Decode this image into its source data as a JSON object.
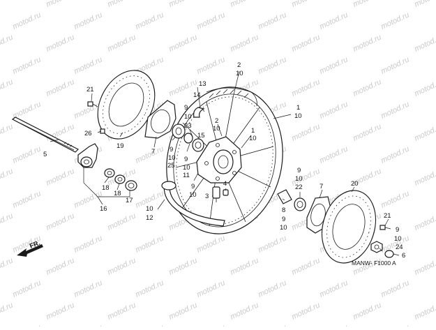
{
  "watermark": {
    "text": "motod.ru"
  },
  "diagram_code": "MANW- F1000 A",
  "direction": {
    "label": "FR."
  },
  "callouts": [
    [
      "c01",
      "21"
    ],
    [
      "c02",
      "26"
    ],
    [
      "c03",
      "19"
    ],
    [
      "c04",
      "7"
    ],
    [
      "c05",
      "5"
    ],
    [
      "c06",
      "18"
    ],
    [
      "c07",
      "18"
    ],
    [
      "c08",
      "17"
    ],
    [
      "c09",
      "16"
    ],
    [
      "c10",
      "13"
    ],
    [
      "c11",
      "14"
    ],
    [
      "c12",
      "9"
    ],
    [
      "c13",
      "10"
    ],
    [
      "c14",
      "23"
    ],
    [
      "c15",
      "15"
    ],
    [
      "c16",
      "2"
    ],
    [
      "c17",
      "10"
    ],
    [
      "c18",
      "2"
    ],
    [
      "c19",
      "10"
    ],
    [
      "c20",
      "1"
    ],
    [
      "c21",
      "10"
    ],
    [
      "c22",
      "1"
    ],
    [
      "c23",
      "10"
    ],
    [
      "c24",
      "9"
    ],
    [
      "c25",
      "10"
    ],
    [
      "c26",
      "25"
    ],
    [
      "c27",
      "9"
    ],
    [
      "c28",
      "10"
    ],
    [
      "c29",
      "11"
    ],
    [
      "c30",
      "9"
    ],
    [
      "c31",
      "10"
    ],
    [
      "c32",
      "4"
    ],
    [
      "c33",
      "3"
    ],
    [
      "c34",
      "10"
    ],
    [
      "c35",
      "12"
    ],
    [
      "c36",
      "9"
    ],
    [
      "c37",
      "10"
    ],
    [
      "c38",
      "22"
    ],
    [
      "c39",
      "7"
    ],
    [
      "c40",
      "20"
    ],
    [
      "c41",
      "8"
    ],
    [
      "c42",
      "9"
    ],
    [
      "c43",
      "10"
    ],
    [
      "c44",
      "21"
    ],
    [
      "c45",
      "9"
    ],
    [
      "c46",
      "10"
    ],
    [
      "c47",
      "24"
    ],
    [
      "c48",
      "6"
    ]
  ]
}
